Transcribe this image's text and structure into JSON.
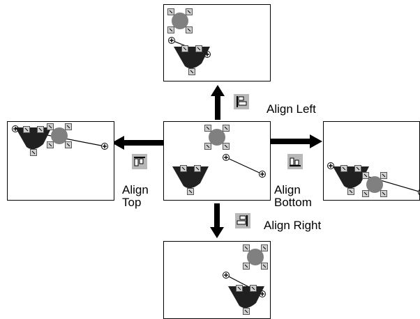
{
  "labels": {
    "align_left": "Align Left",
    "align_right": "Align Right",
    "align_top_line1": "Align",
    "align_top_line2": "Top",
    "align_bottom_line1": "Align",
    "align_bottom_line2": "Bottom"
  },
  "icons": {
    "align_left": "align-left-icon",
    "align_right": "align-right-icon",
    "align_top": "align-top-icon",
    "align_bottom": "align-bottom-icon"
  },
  "colors": {
    "circle_fill": "#808080",
    "wedge_fill": "#202020",
    "icon_background": "#b8b8b8",
    "handle_fill": "#d0d0d0",
    "ink": "#000000"
  }
}
